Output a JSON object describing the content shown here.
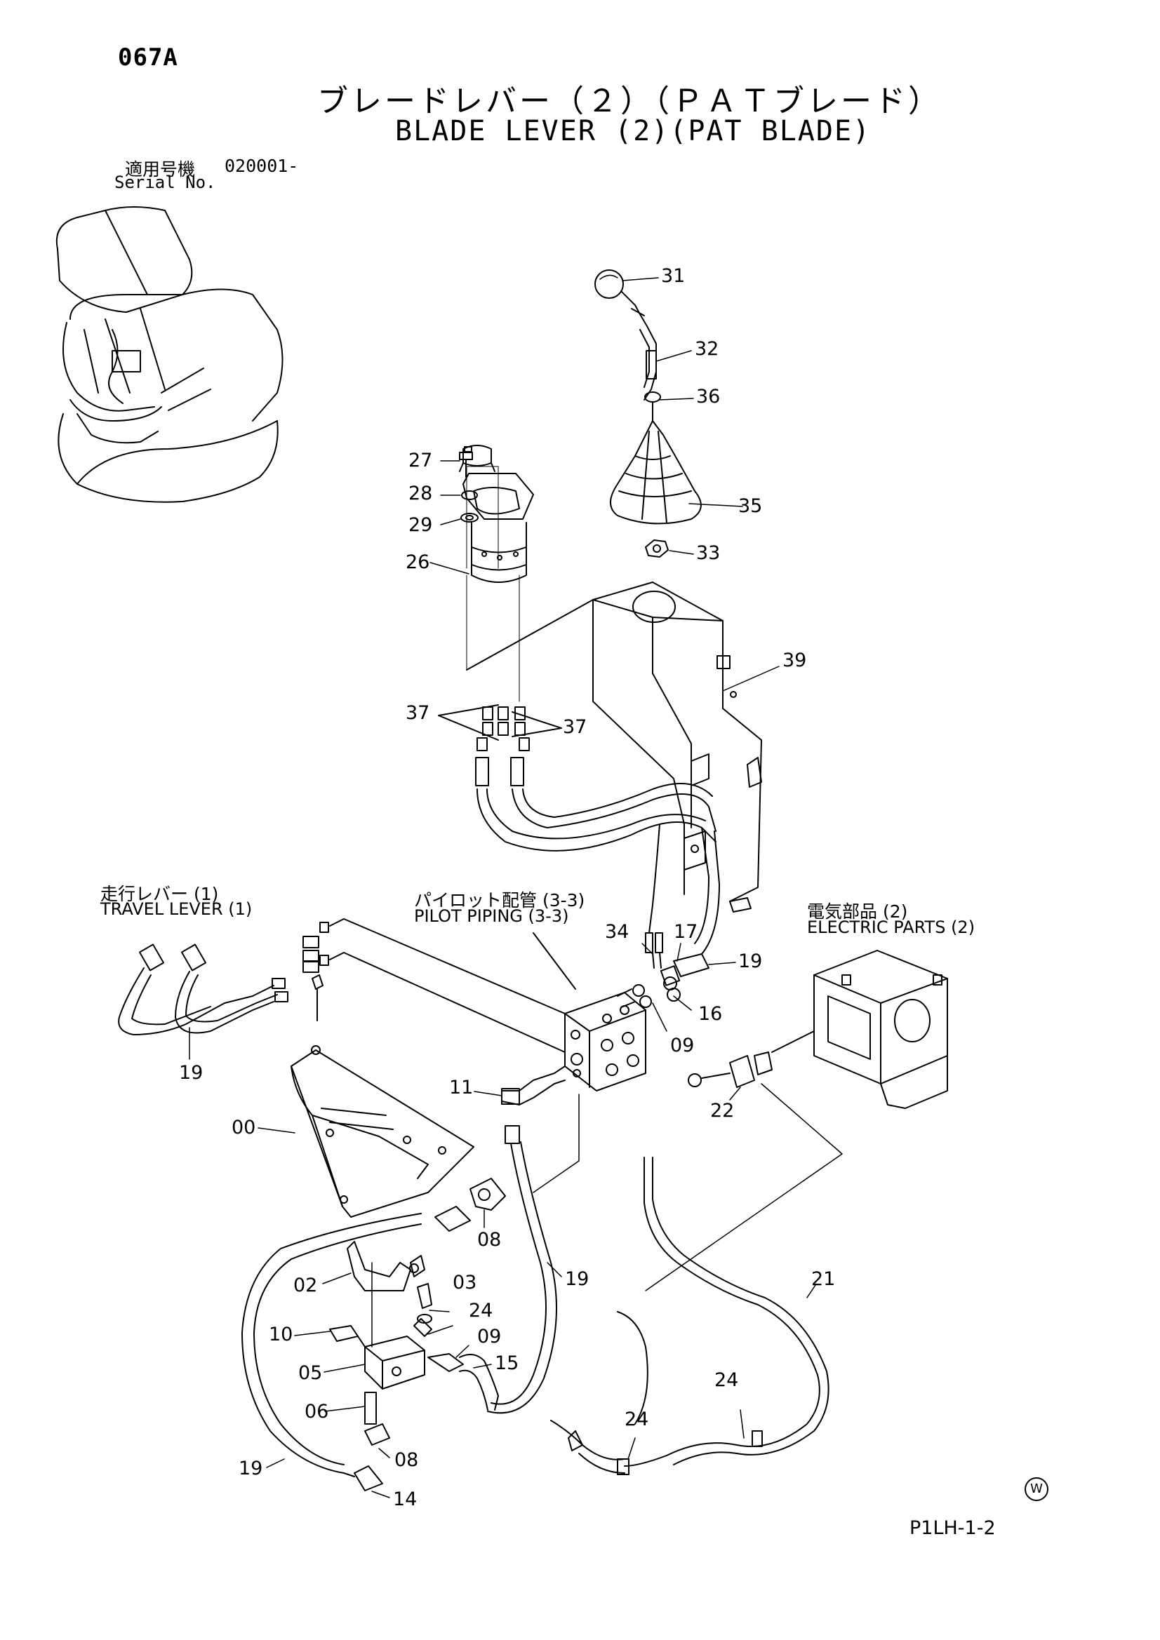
{
  "header": {
    "page_code": "067A",
    "title_jp": "ブレードレバー（２）（ＰＡＴブレード）",
    "title_en": "BLADE LEVER (2)(PAT BLADE)",
    "serial_label_jp": "適用号機",
    "serial_value": "020001-",
    "serial_label_en": "Serial No."
  },
  "references": [
    {
      "jp": "走行レバー (1)",
      "en": "TRAVEL LEVER (1)"
    },
    {
      "jp": "パイロット配管 (3-3)",
      "en": "PILOT PIPING (3-3)"
    },
    {
      "jp": "電気部品 (2)",
      "en": "ELECTRIC PARTS (2)"
    }
  ],
  "callouts": [
    "31",
    "32",
    "36",
    "27",
    "28",
    "29",
    "35",
    "33",
    "26",
    "39",
    "37",
    "37",
    "34",
    "17",
    "19",
    "16",
    "09",
    "19",
    "11",
    "22",
    "00",
    "08",
    "19",
    "21",
    "02",
    "03",
    "24",
    "10",
    "09",
    "05",
    "15",
    "06",
    "24",
    "24",
    "08",
    "19",
    "14"
  ],
  "footer": {
    "code": "P1LH-1-2",
    "logo": "W"
  }
}
